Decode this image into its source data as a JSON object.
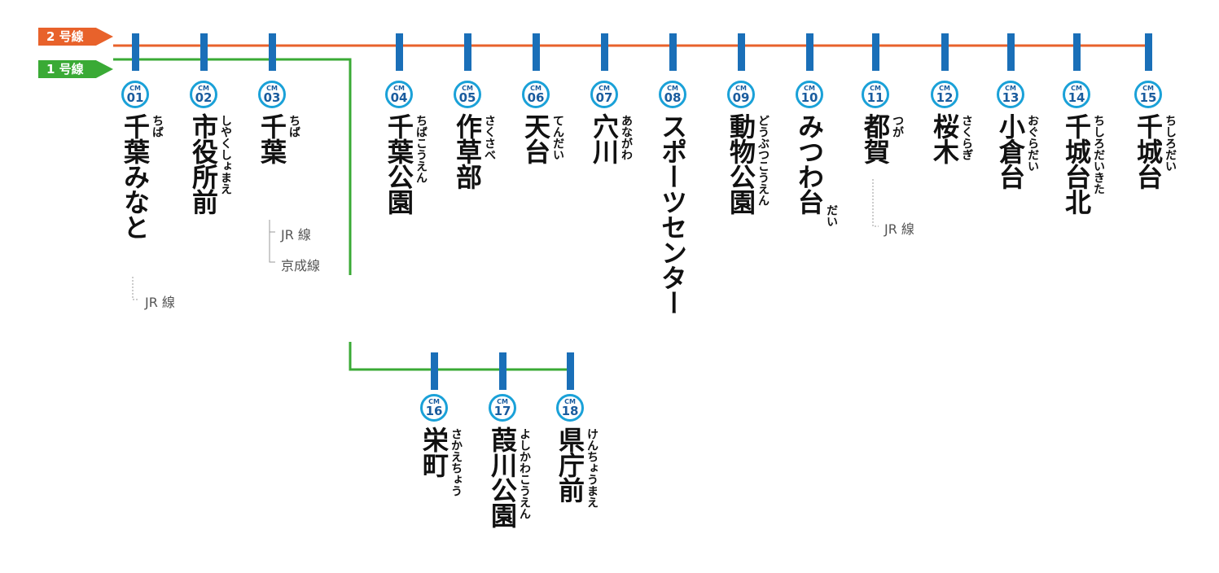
{
  "colors": {
    "line2": "#e8622b",
    "line1": "#3aaa35",
    "station_bar": "#1a6fb8",
    "badge_ring": "#1aa1d8"
  },
  "legend": {
    "line2": "2 号線",
    "line1": "1 号線"
  },
  "badge_prefix": "CM",
  "stations": [
    {
      "number": "01",
      "name": "千葉みなと",
      "kana": "ちば",
      "transfers": [
        "JR 線"
      ]
    },
    {
      "number": "02",
      "name": "市役所前",
      "kana": "しやくしょまえ",
      "transfers": []
    },
    {
      "number": "03",
      "name": "千葉",
      "kana": "ちば",
      "transfers": [
        "JR 線",
        "京成線"
      ]
    },
    {
      "number": "04",
      "name": "千葉公園",
      "kana": "ちばこうえん",
      "transfers": []
    },
    {
      "number": "05",
      "name": "作草部",
      "kana": "さくさべ",
      "transfers": []
    },
    {
      "number": "06",
      "name": "天台",
      "kana": "てんだい",
      "transfers": []
    },
    {
      "number": "07",
      "name": "穴川",
      "kana": "あながわ",
      "transfers": []
    },
    {
      "number": "08",
      "name": "スポーツセンター",
      "kana": "",
      "transfers": []
    },
    {
      "number": "09",
      "name": "動物公園",
      "kana": "どうぶつこうえん",
      "transfers": []
    },
    {
      "number": "10",
      "name": "みつわ台",
      "kana": "だい",
      "transfers": []
    },
    {
      "number": "11",
      "name": "都賀",
      "kana": "つが",
      "transfers": [
        "JR 線"
      ]
    },
    {
      "number": "12",
      "name": "桜木",
      "kana": "さくらぎ",
      "transfers": []
    },
    {
      "number": "13",
      "name": "小倉台",
      "kana": "おぐらだい",
      "transfers": []
    },
    {
      "number": "14",
      "name": "千城台北",
      "kana": "ちしろだいきた",
      "transfers": []
    },
    {
      "number": "15",
      "name": "千城台",
      "kana": "ちしろだい",
      "transfers": []
    },
    {
      "number": "16",
      "name": "栄町",
      "kana": "さかえちょう",
      "transfers": []
    },
    {
      "number": "17",
      "name": "葭川公園",
      "kana": "よしかわこうえん",
      "transfers": []
    },
    {
      "number": "18",
      "name": "県庁前",
      "kana": "けんちょうまえ",
      "transfers": []
    }
  ]
}
